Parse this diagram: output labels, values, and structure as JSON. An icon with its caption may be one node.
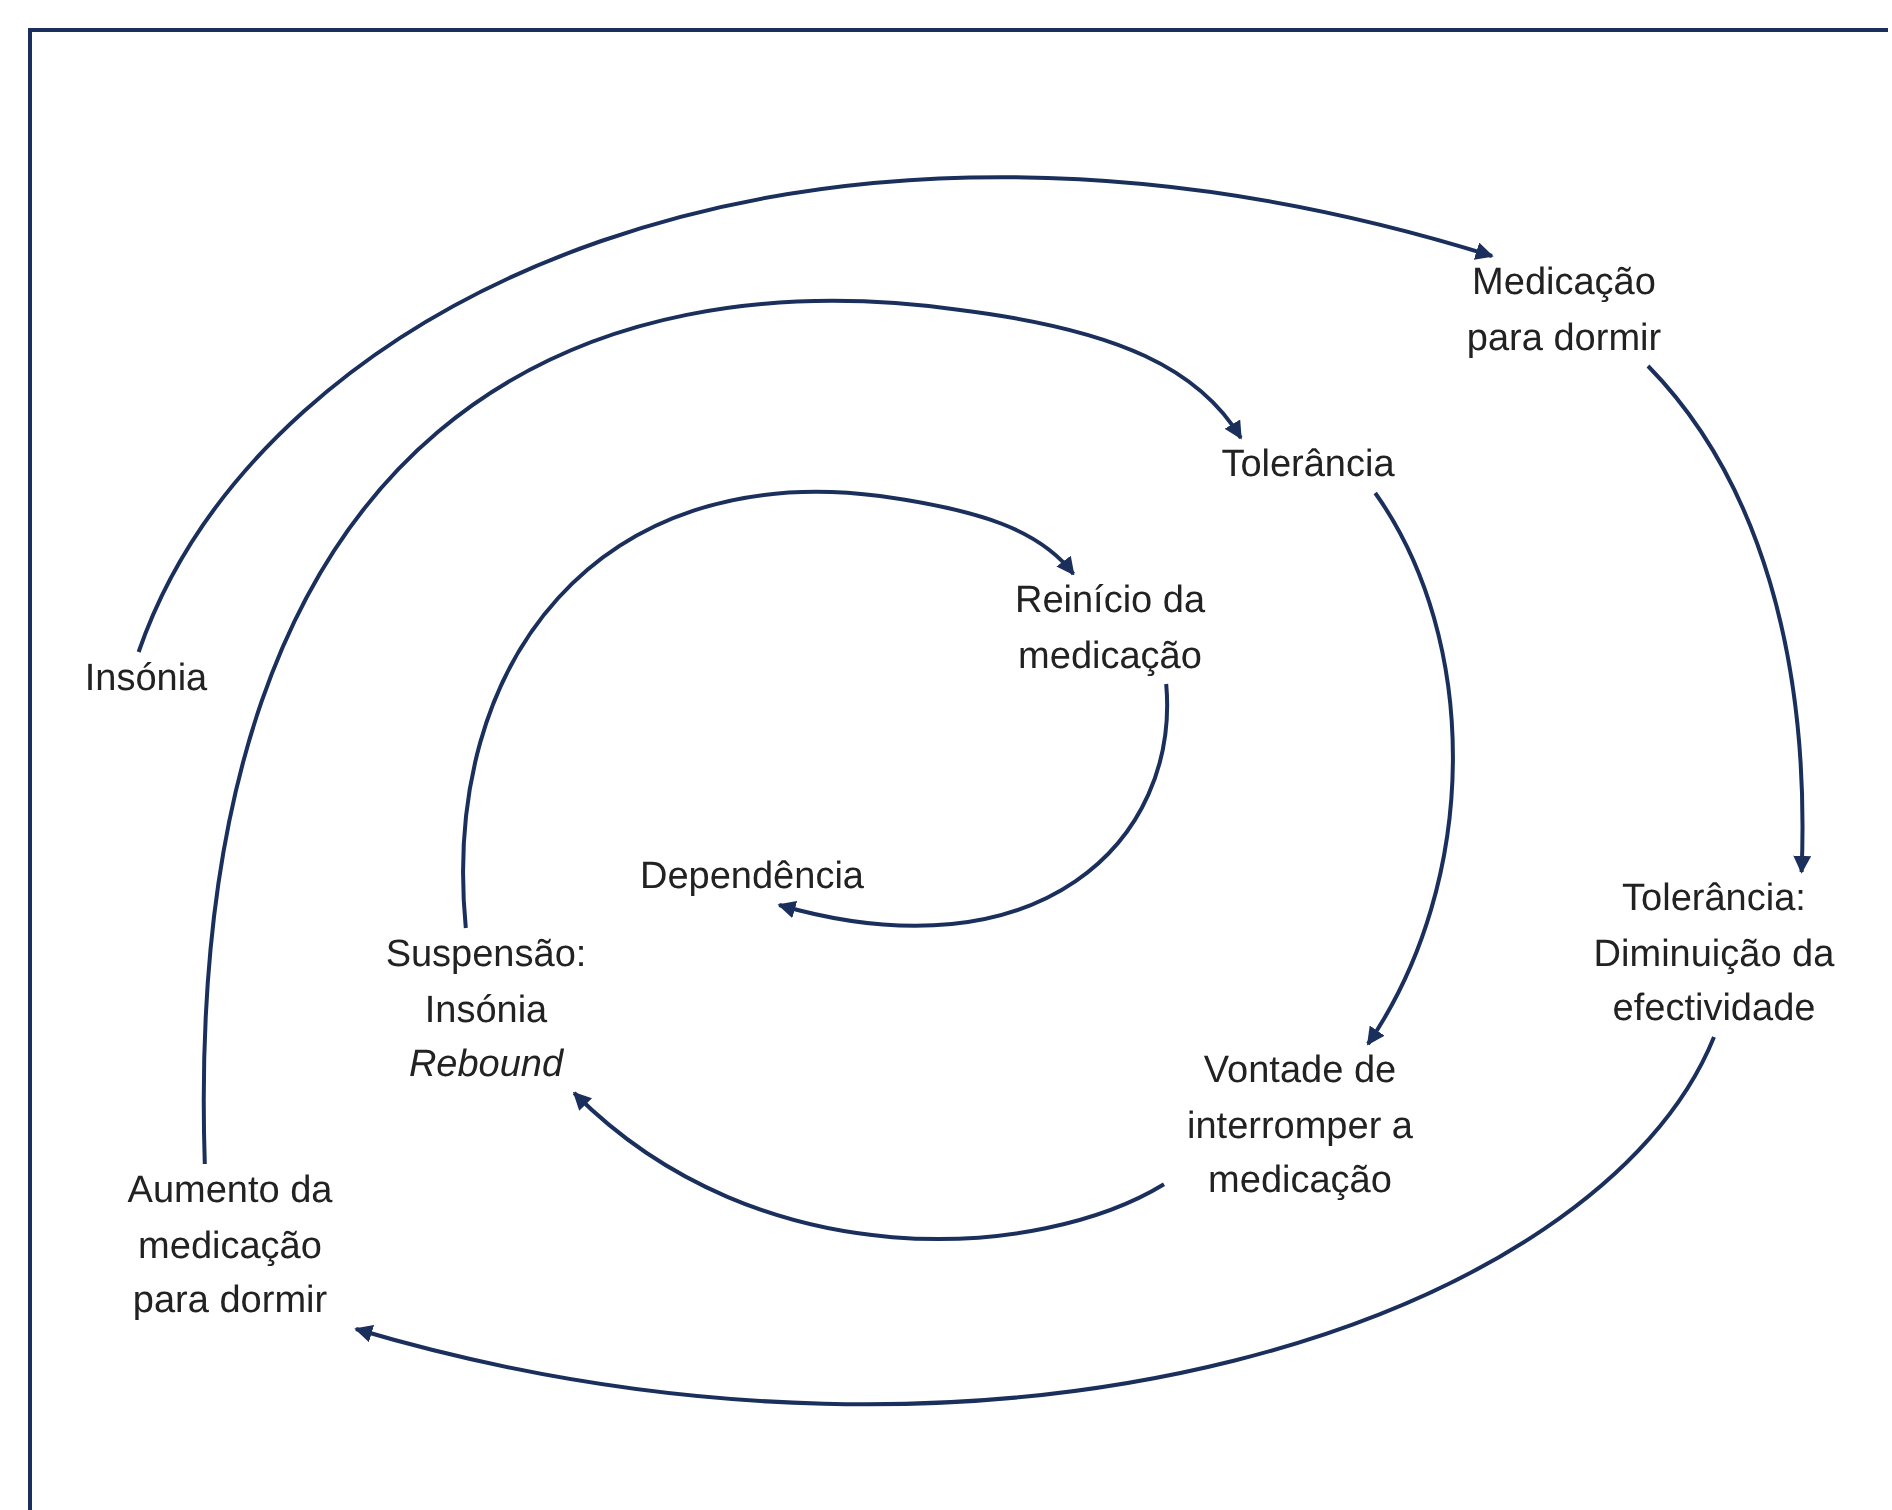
{
  "diagram": {
    "nodes": [
      {
        "text": [
          "Insónia"
        ]
      },
      {
        "text": [
          "Medicação para dormir"
        ]
      },
      {
        "text": [
          "Tolerância: Diminuição da efectividade"
        ]
      },
      {
        "text": [
          "Aumento da medicação para dormir"
        ]
      },
      {
        "text": [
          "Tolerância"
        ]
      },
      {
        "text": [
          "Vontade de interromper a medicação"
        ]
      },
      {
        "text": [
          "Suspensão: Insónia *Rebound*"
        ]
      },
      {
        "text": [
          "Reinício da medicação"
        ]
      },
      {
        "text": [
          "Dependência"
        ]
      }
    ],
    "edges": [
      {
        "from": 0,
        "to": 1,
        "arrow": "to"
      },
      {
        "from": 1,
        "to": 2,
        "arrow": "to"
      },
      {
        "from": 2,
        "to": 3,
        "arrow": "to"
      },
      {
        "from": 3,
        "to": 4,
        "arrow": "to"
      },
      {
        "from": 4,
        "to": 5,
        "arrow": "to"
      },
      {
        "from": 5,
        "to": 6,
        "arrow": "to"
      },
      {
        "from": 6,
        "to": 7,
        "arrow": "to"
      },
      {
        "from": 7,
        "to": 8,
        "arrow": "to"
      }
    ]
  }
}
